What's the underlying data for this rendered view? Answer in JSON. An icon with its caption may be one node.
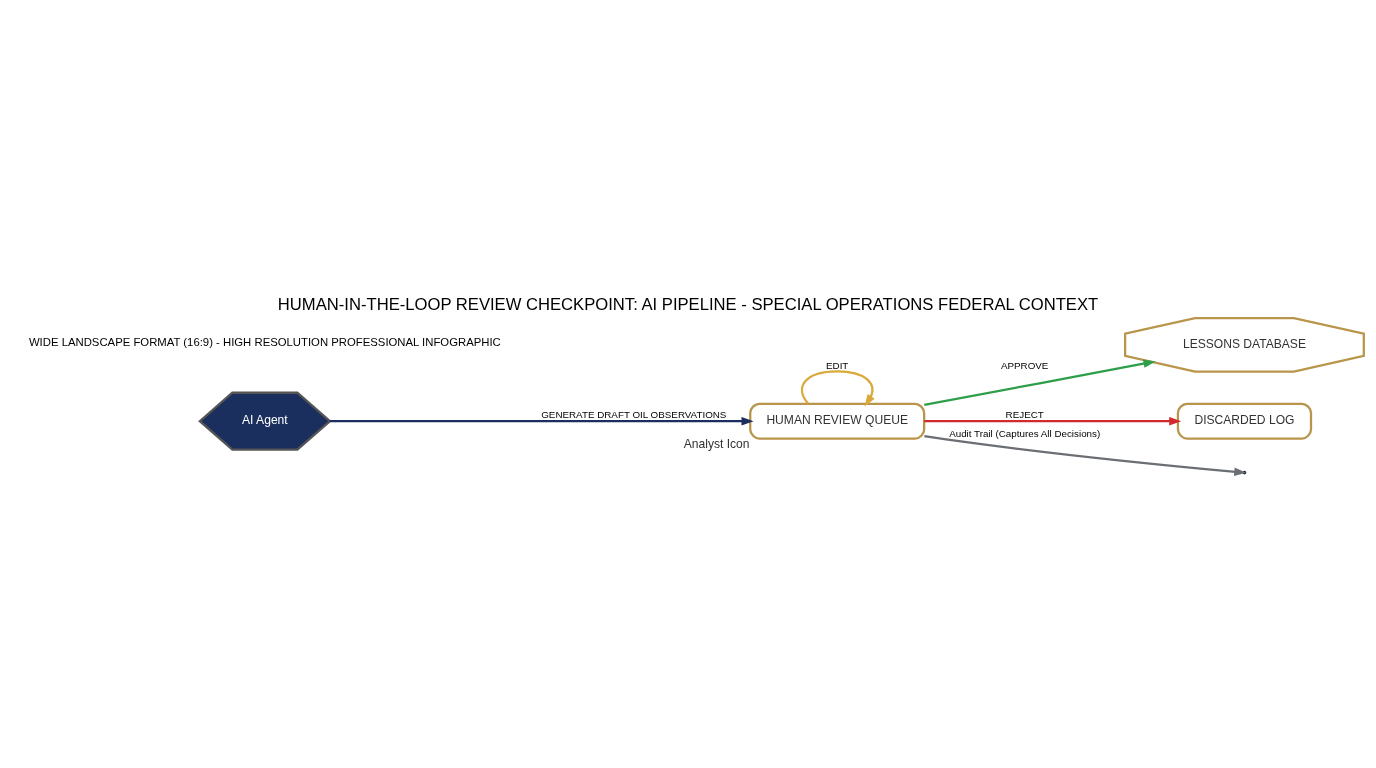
{
  "diagram": {
    "title": "HUMAN-IN-THE-LOOP REVIEW CHECKPOINT: AI PIPELINE - SPECIAL OPERATIONS FEDERAL CONTEXT",
    "nodes": [
      {
        "text": [
          "AI Agent"
        ]
      },
      {
        "text": [
          "HUMAN REVIEW QUEUE"
        ],
        "beside": [
          "Analyst Icon"
        ]
      },
      {
        "text": [
          "LESSONS DATABASE"
        ]
      },
      {
        "text": [
          "DISCARDED LOG"
        ]
      }
    ],
    "edges": [
      {
        "from": 0,
        "to": 1,
        "arrow": "to",
        "label": "GENERATE DRAFT OIL OBSERVATIONS",
        "color": "#1b2f5e"
      },
      {
        "from": 1,
        "to": 2,
        "arrow": "to",
        "label": "APPROVE",
        "color": "#2e9e4a"
      },
      {
        "from": 1,
        "to": 1,
        "arrow": "to",
        "label": "EDIT",
        "color": "#d9a93a"
      },
      {
        "from": 1,
        "to": 3,
        "arrow": "to",
        "label": "REJECT",
        "color": "#d12a2f"
      },
      {
        "from": 1,
        "to": null,
        "arrow": "to",
        "label": "Audit Trail (Captures All Decisions)",
        "color": "#6b6e72"
      }
    ],
    "labels": [
      "WIDE LANDSCAPE FORMAT (16:9) - HIGH RESOLUTION PROFESSIONAL INFOGRAPHIC"
    ]
  }
}
